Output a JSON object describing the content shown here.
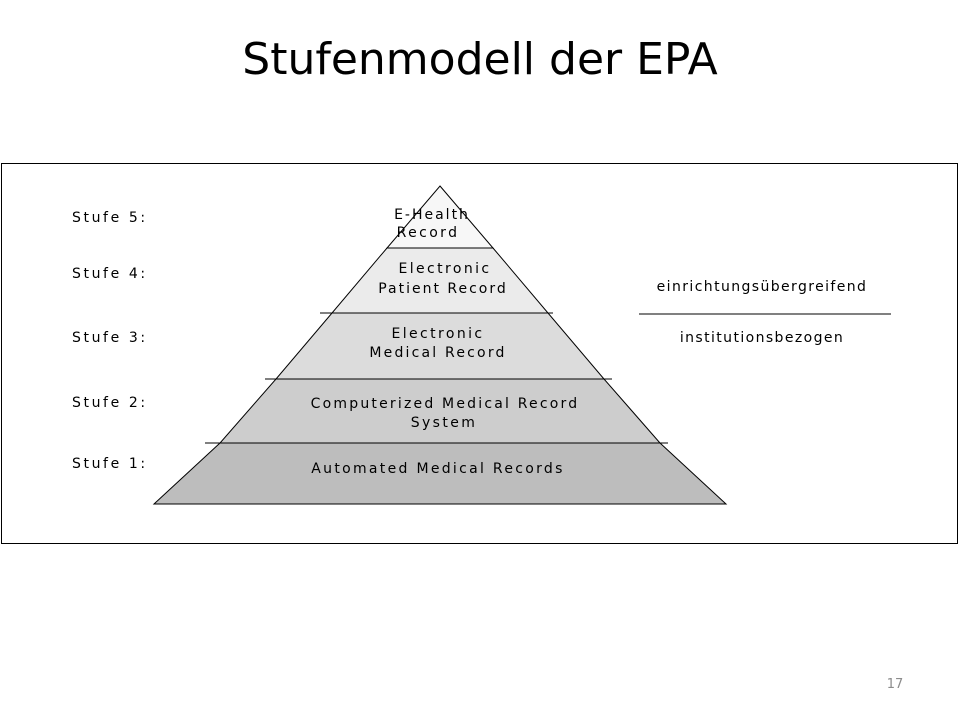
{
  "slide": {
    "title": "Stufenmodell der EPA",
    "page_number": "17"
  },
  "colors": {
    "layer_5": "#f7f7f7",
    "layer_4": "#ebebeb",
    "layer_3": "#dcdcdc",
    "layer_2": "#cdcdcd",
    "layer_1": "#bdbdbd",
    "stroke": "#000000"
  },
  "diagram": {
    "stufen": [
      {
        "label": "Stufe 5:"
      },
      {
        "label": "Stufe 4:"
      },
      {
        "label": "Stufe 3:"
      },
      {
        "label": "Stufe 2:"
      },
      {
        "label": "Stufe 1:"
      }
    ],
    "layers": [
      {
        "line1": "E-Health",
        "line2": "Record"
      },
      {
        "line1": "Electronic",
        "line2": "Patient Record"
      },
      {
        "line1": "Electronic",
        "line2": "Medical Record"
      },
      {
        "line1": "Computerized Medical Record",
        "line2": "System"
      },
      {
        "line1": "Automated Medical Records",
        "line2": ""
      }
    ],
    "side_labels": {
      "upper": "einrichtungsübergreifend",
      "lower": "institutionsbezogen"
    }
  }
}
